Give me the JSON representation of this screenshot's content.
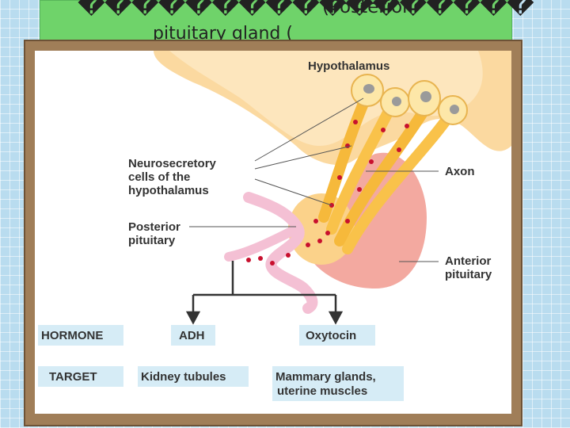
{
  "slide": {
    "title_garbled": "�����������������",
    "title_overlay": "(Posterior",
    "title_line2": "pituitary gland ("
  },
  "diagram": {
    "labels": {
      "hypothalamus": "Hypothalamus",
      "neurosecretory_1": "Neurosecretory",
      "neurosecretory_2": "cells of the",
      "neurosecretory_3": "hypothalamus",
      "axon": "Axon",
      "posterior_1": "Posterior",
      "posterior_2": "pituitary",
      "anterior_1": "Anterior",
      "anterior_2": "pituitary"
    },
    "table": {
      "hormone_label": "HORMONE",
      "target_label": "TARGET",
      "hormone_1": "ADH",
      "hormone_2": "Oxytocin",
      "target_1": "Kidney tubules",
      "target_2_line1": "Mammary glands,",
      "target_2_line2": "uterine muscles"
    },
    "colors": {
      "hypothalamus": "#fbd9a0",
      "neuron": "#f9c24a",
      "anterior": "#f3a9a0",
      "vessel": "#f4c0d4",
      "label_box": "#d6ecf6",
      "dot": "#c8102e"
    }
  }
}
